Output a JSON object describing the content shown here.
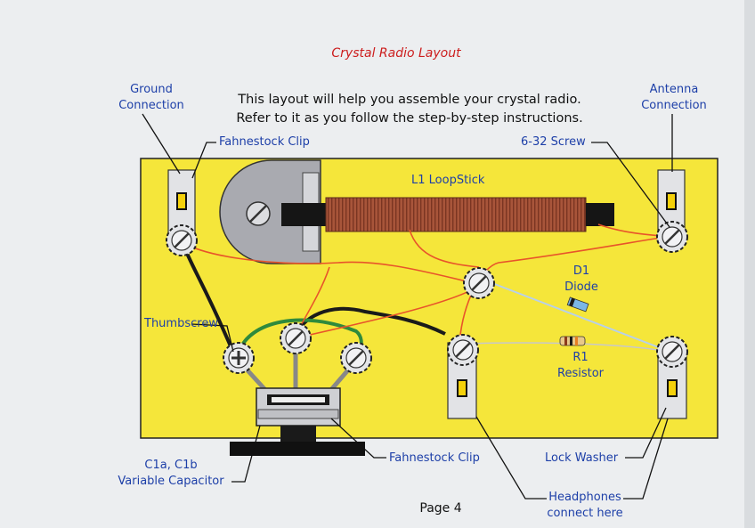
{
  "title": "Crystal Radio Layout",
  "intro": [
    "This layout will help you assemble your crystal radio.",
    "Refer to it as you follow the step-by-step  instructions."
  ],
  "labels": {
    "ground": [
      "Ground",
      "Connection"
    ],
    "antenna": [
      "Antenna",
      "Connection"
    ],
    "fahnestock_top": "Fahnestock Clip",
    "screw": "6-32 Screw",
    "loopstick": "L1  LoopStick",
    "diode": [
      "D1",
      "Diode"
    ],
    "resistor": [
      "R1",
      "Resistor"
    ],
    "thumbscrew": "Thumbscrew",
    "capacitor": [
      "C1a, C1b",
      "Variable Capacitor"
    ],
    "fahnestock_bottom": "Fahnestock Clip",
    "lock_washer": "Lock Washer",
    "headphones": [
      "Headphones",
      "connect here"
    ]
  },
  "page": "Page 4",
  "colors": {
    "board": "#f5e63a",
    "label_blue": "#1d3fa8",
    "title_red": "#cc1d1d",
    "wire_red": "#e8542a",
    "wire_black": "#1a1a1a",
    "wire_green": "#2f8a3c",
    "coil": "#a8553a"
  }
}
